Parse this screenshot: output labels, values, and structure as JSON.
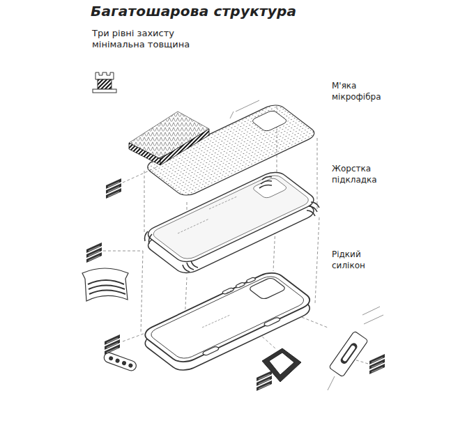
{
  "diagram": {
    "title": "Багатошарова структура",
    "labels": [
      "Три рівні захисту мінімальна товщина",
      "М'яка мікрофібра",
      "Жорстка підкладка",
      "Рідкий силікон"
    ]
  }
}
